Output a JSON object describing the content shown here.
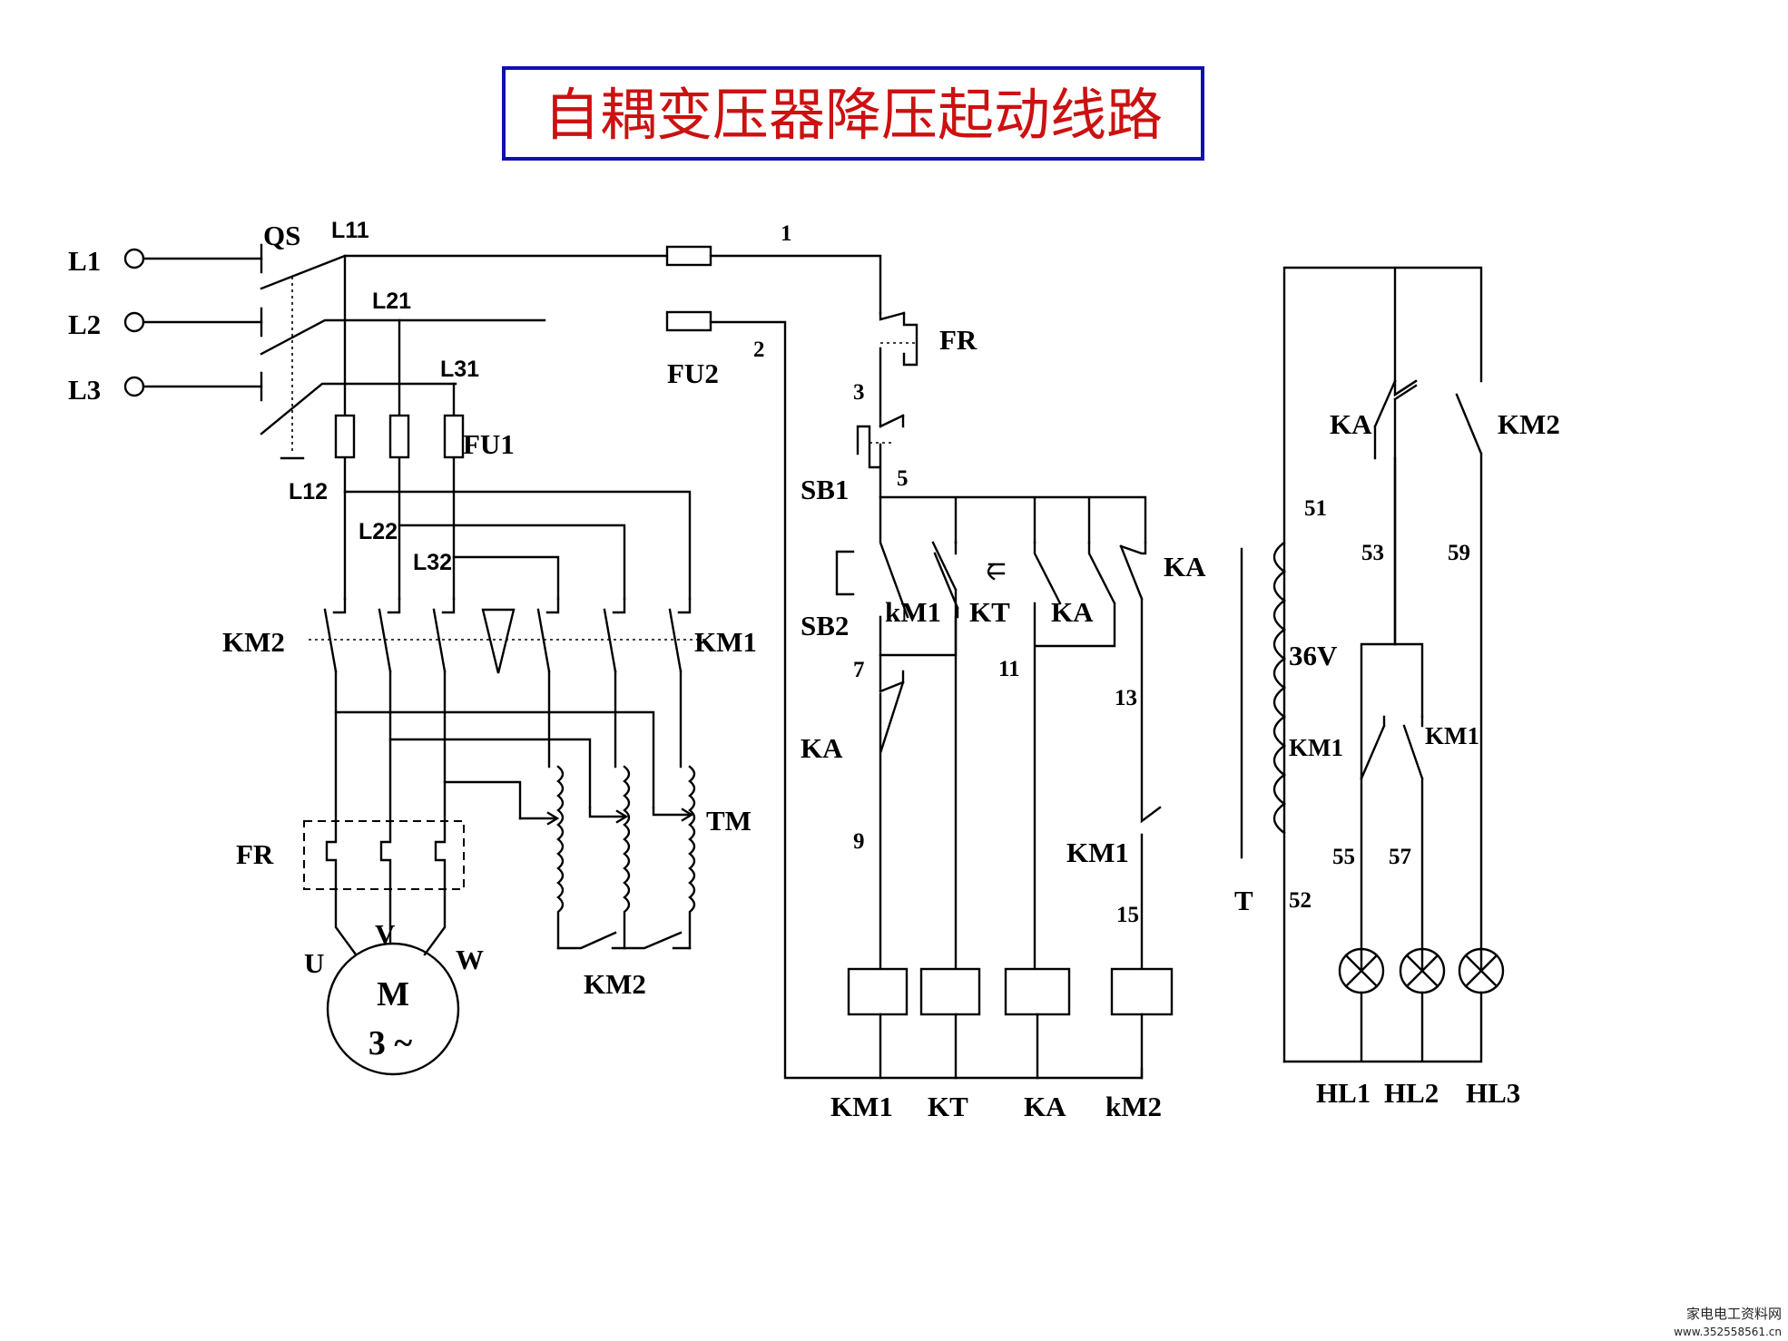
{
  "title": "自耦变压器降压起动线路",
  "main_circuit": {
    "phases": [
      "L1",
      "L2",
      "L3"
    ],
    "node_labels": [
      "L11",
      "L21",
      "L31",
      "L12",
      "L22",
      "L32"
    ],
    "main_switch": "QS",
    "fuse_main": "FU1",
    "contactor_run": "KM2",
    "contactor_start": "KM1",
    "thermal_relay": "FR",
    "autotransformer": "TM",
    "km2_aux": "KM2",
    "motor": {
      "name": "M",
      "type": "3 ~",
      "terminals": [
        "U",
        "V",
        "W"
      ]
    }
  },
  "control_circuit": {
    "fuse": "FU2",
    "wire_numbers": [
      "1",
      "2",
      "3",
      "5",
      "7",
      "9",
      "11",
      "13",
      "15"
    ],
    "contacts": [
      "FR",
      "SB1",
      "SB2",
      "kM1",
      "KT",
      "KA",
      "KA",
      "KA",
      "KM1"
    ],
    "coils": [
      "KM1",
      "KT",
      "KA",
      "kM2"
    ]
  },
  "indicator_circuit": {
    "transformer": "T",
    "voltage": "36V",
    "contacts": [
      "KA",
      "KM2",
      "KM1",
      "KM1"
    ],
    "wire_numbers": [
      "51",
      "52",
      "53",
      "55",
      "57",
      "59"
    ],
    "lamps": [
      "HL1",
      "HL2",
      "HL3"
    ]
  },
  "watermark": {
    "site": "家电电工资料网",
    "url": "www.352558561.cn"
  }
}
